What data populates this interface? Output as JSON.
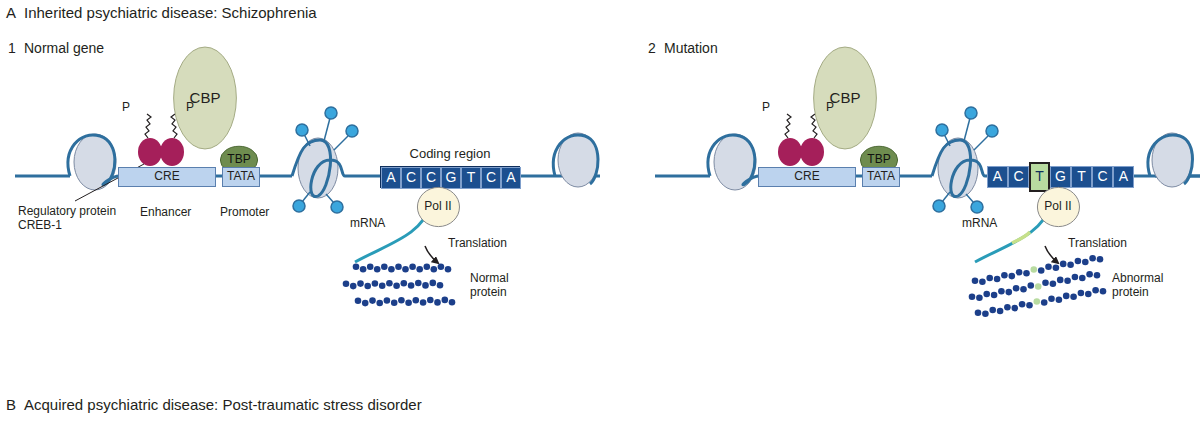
{
  "diagram": {
    "nodes": [
      {
        "text": [
          "CBP"
        ]
      },
      {
        "text": [
          "TBP"
        ]
      },
      {
        "text": [
          "CRE"
        ]
      },
      {
        "text": [
          "TATA"
        ]
      },
      {
        "text": [
          "Coding region"
        ]
      },
      {
        "text": [
          "A"
        ],
        "in": 4
      },
      {
        "text": [
          "C"
        ],
        "in": 4
      },
      {
        "text": [
          "C"
        ],
        "in": 4
      },
      {
        "text": [
          "G"
        ],
        "in": 4
      },
      {
        "text": [
          "T"
        ],
        "in": 4
      },
      {
        "text": [
          "C"
        ],
        "in": 4
      },
      {
        "text": [
          "A"
        ],
        "in": 4
      },
      {
        "text": [
          "Pol II"
        ]
      },
      {
        "text": [
          "CBP"
        ]
      },
      {
        "text": [
          "TBP"
        ]
      },
      {
        "text": [
          "CRE"
        ]
      },
      {
        "text": [
          "TATA"
        ]
      },
      {
        "text": [
          "A"
        ]
      },
      {
        "text": [
          "C"
        ]
      },
      {
        "text": [
          "T"
        ]
      },
      {
        "text": [
          "G"
        ]
      },
      {
        "text": [
          "T"
        ]
      },
      {
        "text": [
          "C"
        ]
      },
      {
        "text": [
          "A"
        ]
      },
      {
        "text": [
          "Pol II"
        ]
      }
    ],
    "labels": [
      "A",
      "Inherited psychiatric disease: Schizophrenia",
      "1",
      "Normal gene",
      "P",
      "P",
      "Regulatory protein CREB-1",
      "Enhancer",
      "Promoter",
      "mRNA",
      "Translation",
      "Normal protein",
      "2",
      "Mutation",
      "P",
      "P",
      "mRNA",
      "Translation",
      "Abnormal protein",
      "B",
      "Acquired psychiatric disease: Post-traumatic stress disorder"
    ]
  }
}
